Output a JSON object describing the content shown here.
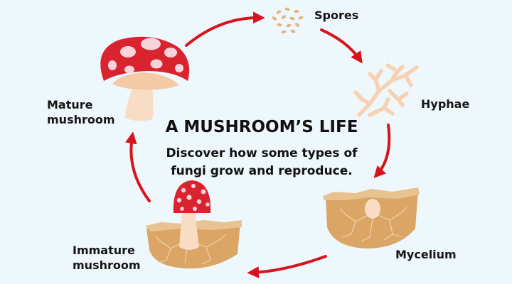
{
  "title": "A MUSHROOM’S LIFE",
  "subtitle": {
    "line1": "Discover how some types of",
    "line2": "fungi grow and reproduce."
  },
  "stages": {
    "spores": {
      "label": "Spores"
    },
    "hyphae": {
      "label": "Hyphae"
    },
    "mycelium": {
      "label": "Mycelium"
    },
    "immature": {
      "line1": "Immature",
      "line2": "mushroom"
    },
    "mature": {
      "line1": "Mature",
      "line2": "mushroom"
    }
  },
  "colors": {
    "background": "#eef7fb",
    "arrow": "#d7141d",
    "cap": "#d9232f",
    "cap_spot": "#f7d4dc",
    "stem": "#f9dcc4",
    "soil": "#dba566",
    "soil_top": "#e8c290",
    "hyphae": "#f6d2b2"
  }
}
